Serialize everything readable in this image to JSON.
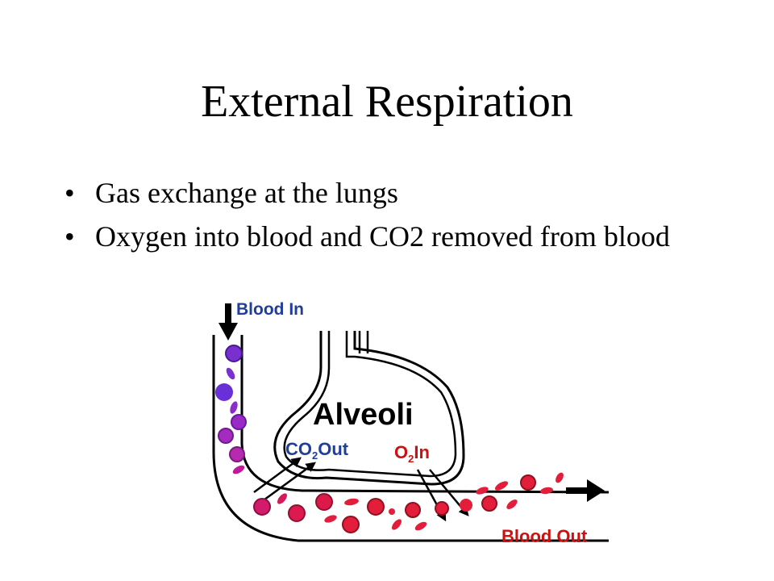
{
  "slide": {
    "title": "External Respiration",
    "bullets": [
      "Gas exchange at the lungs",
      "Oxygen into blood and CO2 removed from blood"
    ]
  },
  "diagram": {
    "labels": {
      "blood_in": "Blood In",
      "alveoli": "Alveoli",
      "co2_out_prefix": "CO",
      "co2_out_sub": "2",
      "co2_out_suffix": "Out",
      "o2_in_prefix": "O",
      "o2_in_sub": "2",
      "o2_in_suffix": "In",
      "blood_out": "Blood Out"
    },
    "colors": {
      "label_blue": "#1f3f9a",
      "label_red": "#cc1111",
      "deoxygenated_cell": "#7a2fd0",
      "transition_cell": "#c2189a",
      "oxygenated_cell": "#e21e3a",
      "outline": "#000000"
    },
    "icons": [
      "down-arrow-icon",
      "right-arrow-icon",
      "co2-arrow-icon",
      "o2-arrow-icon"
    ]
  }
}
